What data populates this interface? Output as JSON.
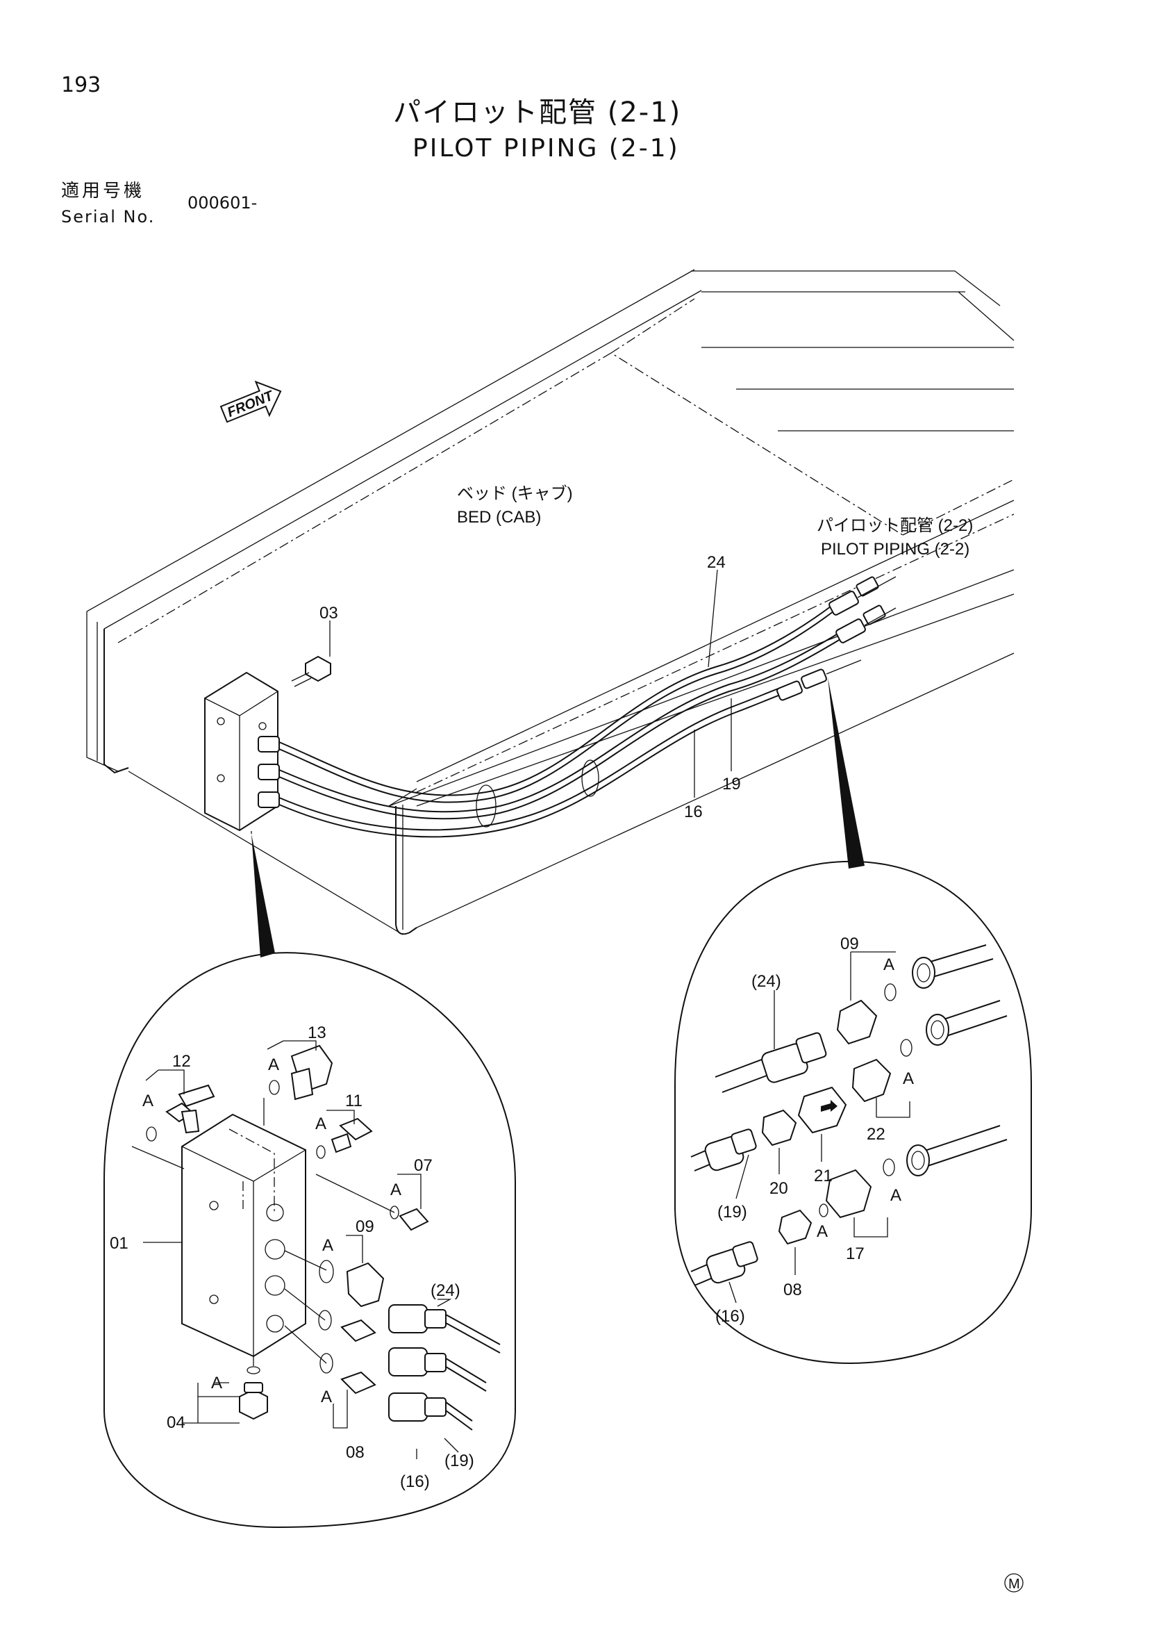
{
  "page_number": "193",
  "title_jp": "パイロット配管 (2-1)",
  "title_en": "PILOT PIPING (2-1)",
  "serial": {
    "label_jp": "適用号機",
    "label_en": "Serial No.",
    "value": "000601-"
  },
  "front_label": "FRONT",
  "bed_label_jp": "ベッド (キャブ)",
  "bed_label_en": "BED (CAB)",
  "link_label_jp": "パイロット配管 (2-2)",
  "link_label_en": "PILOT PIPING (2-2)",
  "callouts_main": [
    "03",
    "24",
    "19",
    "16"
  ],
  "detail_left": {
    "callouts": [
      "13",
      "12",
      "11",
      "07",
      "09",
      "01",
      "(24)",
      "04",
      "08",
      "(19)",
      "(16)"
    ],
    "a_marks": [
      "A",
      "A",
      "A",
      "A",
      "A",
      "A",
      "A"
    ]
  },
  "detail_right": {
    "callouts": [
      "09",
      "(24)",
      "22",
      "21",
      "20",
      "(19)",
      "17",
      "08",
      "(16)"
    ],
    "a_marks": [
      "A",
      "A",
      "A",
      "A"
    ]
  },
  "corner_mark": "M"
}
